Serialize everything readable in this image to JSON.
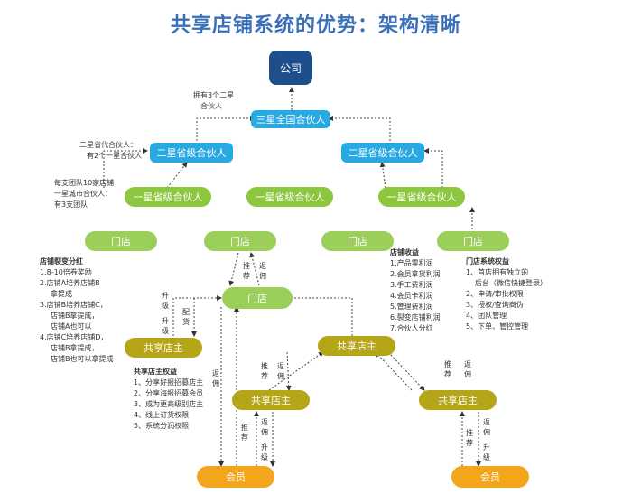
{
  "title": "共享店铺系统的优势：架构清晰",
  "nodes": {
    "company": "公司",
    "three_star": "三星全国合伙人",
    "two_star_left": "二星省级合伙人",
    "two_star_right": "二星省级合伙人",
    "one_star_left": "一星省级合伙人",
    "one_star_mid": "一星省级合伙人",
    "one_star_right": "一星省级合伙人",
    "store_1": "门店",
    "store_2": "门店",
    "store_3": "门店",
    "store_4": "门店",
    "store_center": "门店",
    "owner_left": "共享店主",
    "owner_center": "共享店主",
    "owner_lower_mid": "共享店主",
    "owner_lower_right": "共享店主",
    "member_left": "会员",
    "member_right": "会员"
  },
  "notes": {
    "three_star": [
      "拥有3个二星",
      "合伙人"
    ],
    "two_star": [
      "二星省代合伙人：",
      "有2个一星合伙人"
    ],
    "one_star": [
      "每支团队10家店铺",
      "一星城市合伙人：",
      "有3支团队"
    ],
    "store_fission": {
      "heading": "店铺裂变分红",
      "lines": [
        "1.8-10倍券奖励",
        "2.店铺A培养店铺B",
        "拿提成",
        "3.店铺B培养店铺C，",
        "店铺B拿提成，",
        "店铺A也可以",
        "4.店铺C培养店铺D，",
        "店铺B拿提成，",
        "店铺B也可以拿提成"
      ]
    },
    "store_income": {
      "heading": "店铺收益",
      "lines": [
        "1.产品零利润",
        "2.会员拿货利润",
        "3.手工费利润",
        "4.会员卡利润",
        "5.管理费利润",
        "6.裂变店铺利润",
        "7.合伙人分红"
      ]
    },
    "store_system": {
      "heading": "门店系统权益",
      "lines": [
        "1、首店拥有独立的",
        "后台（微信快捷登录）",
        "2、申请/审批权限",
        "3、授权/查询商伪",
        "4、团队管理",
        "5、下单、管控管理"
      ]
    },
    "owner_rights": {
      "heading": "共享店主权益",
      "lines": [
        "1、分享好报招募店主",
        "2、分享海报招募会员",
        "3、成为更高级别店主",
        "4、线上订货权限",
        "5、系统分润权限"
      ]
    }
  },
  "arrow_labels": {
    "recommend": "推荐",
    "rebate": "返佣",
    "upgrade": "升级",
    "deliver": "配货"
  },
  "colors": {
    "navy": "#1f4e8c",
    "blue": "#29a9e1",
    "green": "#8dc63f",
    "olive": "#b5a518",
    "orange": "#f3a51b",
    "title": "#3b6fb6"
  }
}
